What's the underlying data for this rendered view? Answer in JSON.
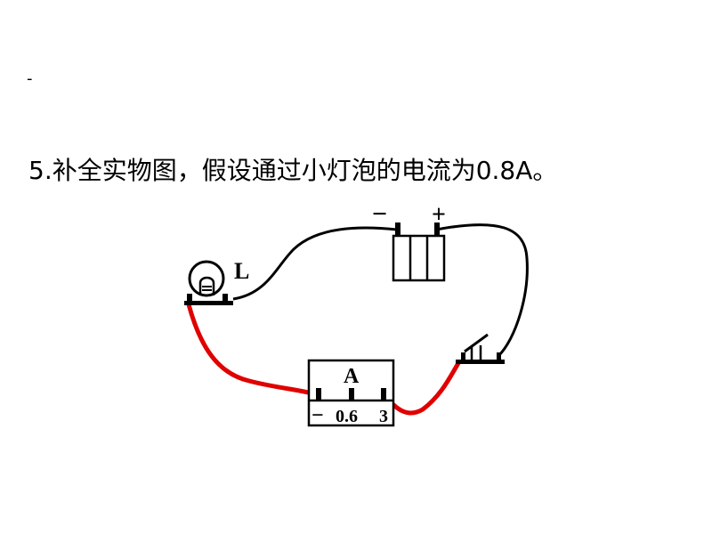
{
  "slide": {
    "marker": "-",
    "question": "5.补全实物图，假设通过小灯泡的电流为0.8A。"
  },
  "circuit": {
    "lamp_label": "L",
    "battery": {
      "neg_label": "−",
      "pos_label": "+"
    },
    "ammeter": {
      "label": "A",
      "neg_label": "−",
      "terminal_1": "0.6",
      "terminal_2": "3"
    },
    "colors": {
      "wire": "#000000",
      "added_wire": "#e00000"
    }
  }
}
